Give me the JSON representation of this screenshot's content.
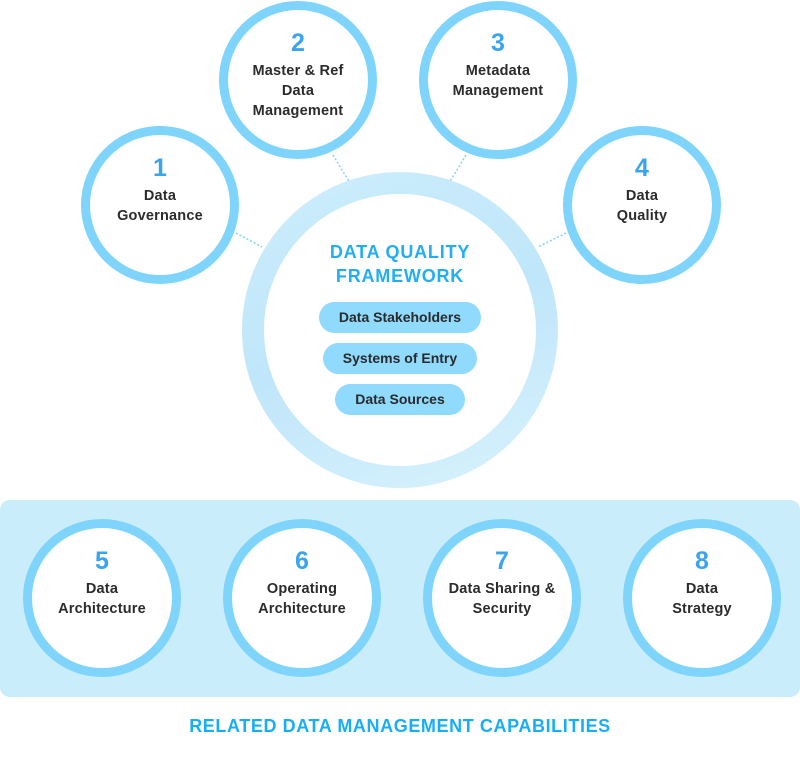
{
  "colors": {
    "ring": "#7fd4fb",
    "number": "#3aa4ef",
    "title": "#22aef4",
    "pill": "#8fdafd",
    "band": "#caedfc",
    "label": "#2b2b2b",
    "connector": "#7fd4fb"
  },
  "center": {
    "title": "DATA QUALITY\nFRAMEWORK",
    "pills": [
      "Data Stakeholders",
      "Systems of Entry",
      "Data Sources"
    ]
  },
  "top_capabilities": [
    {
      "number": "1",
      "label": "Data\nGovernance"
    },
    {
      "number": "2",
      "label": "Master & Ref\nData\nManagement"
    },
    {
      "number": "3",
      "label": "Metadata\nManagement"
    },
    {
      "number": "4",
      "label": "Data\nQuality"
    }
  ],
  "related_capabilities": [
    {
      "number": "5",
      "label": "Data\nArchitecture"
    },
    {
      "number": "6",
      "label": "Operating\nArchitecture"
    },
    {
      "number": "7",
      "label": "Data Sharing &\nSecurity"
    },
    {
      "number": "8",
      "label": "Data\nStrategy"
    }
  ],
  "footer": {
    "label": "RELATED DATA MANAGEMENT CAPABILITIES"
  }
}
